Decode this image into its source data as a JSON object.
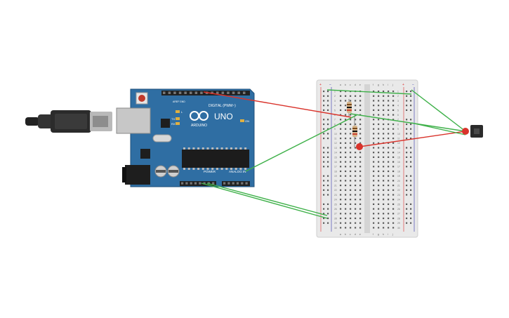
{
  "arduino": {
    "logo_text": "ARDUINO",
    "model": "UNO",
    "digital_header_label": "DIGITAL (PWM~)",
    "power_label": "POWER",
    "analog_label": "ANALOG IN",
    "on_led_label": "ON",
    "tx_label": "TX",
    "rx_label": "RX",
    "l_label": "L",
    "aref_label": "AREF",
    "gnd_label": "GND"
  },
  "breadboard": {
    "col_letters_left": [
      "a",
      "b",
      "c",
      "d",
      "e"
    ],
    "col_letters_right": [
      "f",
      "g",
      "h",
      "i",
      "j"
    ],
    "rail_plus": "+",
    "rail_minus": "−",
    "row_count": 30
  },
  "wires": {
    "red": "#d9332b",
    "green": "#3fb14a"
  },
  "colors": {
    "arduino_board": "#2f6ea3",
    "breadboard": "#e9e9e9",
    "header_black": "#222222"
  }
}
